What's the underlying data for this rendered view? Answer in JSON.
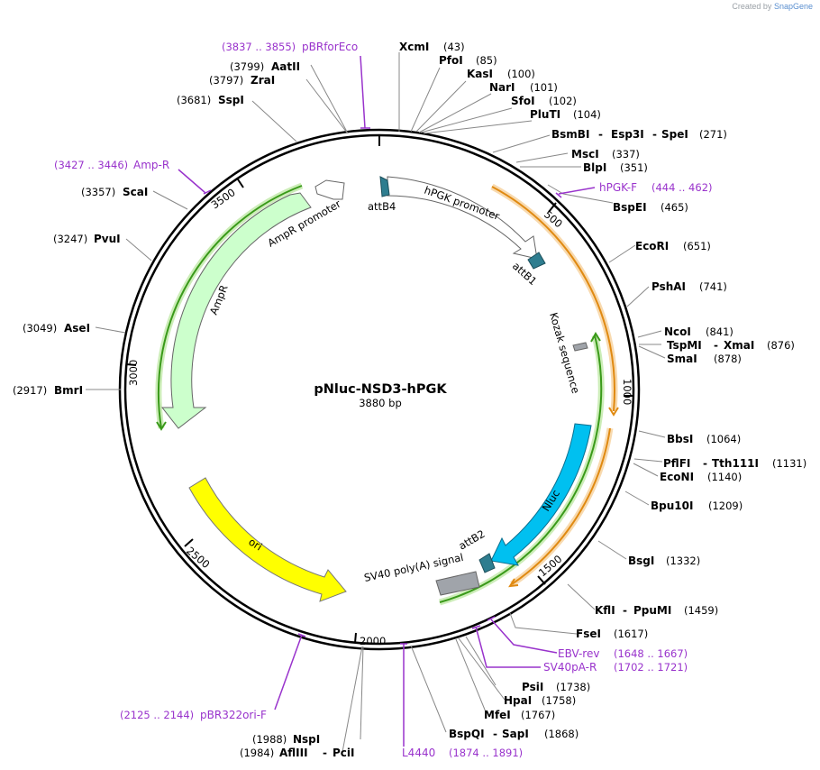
{
  "credit": {
    "text": "Created by",
    "brand": "SnapGene"
  },
  "plasmid": {
    "name": "pNluc-NSD3-hPGK",
    "size_label": "3880 bp",
    "length": 3880
  },
  "ticks": [
    "500",
    "1000",
    "1500",
    "2000",
    "2500",
    "3000",
    "3500"
  ],
  "enzymes": [
    {
      "id": "xcmi",
      "name": "XcmI",
      "pos": "(43)"
    },
    {
      "id": "pfoi",
      "name": "PfoI",
      "pos": "(85)"
    },
    {
      "id": "kasi",
      "name": "KasI",
      "pos": "(100)"
    },
    {
      "id": "nari",
      "name": "NarI",
      "pos": "(101)"
    },
    {
      "id": "sfoi",
      "name": "SfoI",
      "pos": "(102)"
    },
    {
      "id": "pluti",
      "name": "PluTI",
      "pos": "(104)"
    },
    {
      "id": "bsmbi",
      "name": "BsmBI",
      "pos": "(271)",
      "extra": [
        "Esp3I",
        "SpeI"
      ]
    },
    {
      "id": "msci",
      "name": "MscI",
      "pos": "(337)"
    },
    {
      "id": "blpi",
      "name": "BlpI",
      "pos": "(351)"
    },
    {
      "id": "bspei",
      "name": "BspEI",
      "pos": "(465)"
    },
    {
      "id": "ecori",
      "name": "EcoRI",
      "pos": "(651)"
    },
    {
      "id": "pshai",
      "name": "PshAI",
      "pos": "(741)"
    },
    {
      "id": "ncoi",
      "name": "NcoI",
      "pos": "(841)"
    },
    {
      "id": "tspmi",
      "name": "TspMI",
      "pos": "(876)",
      "extra": [
        "XmaI"
      ]
    },
    {
      "id": "smai",
      "name": "SmaI",
      "pos": "(878)"
    },
    {
      "id": "bbsi",
      "name": "BbsI",
      "pos": "(1064)"
    },
    {
      "id": "pflfi",
      "name": "PflFI",
      "pos": "(1131)",
      "extra": [
        "Tth111I"
      ]
    },
    {
      "id": "econi",
      "name": "EcoNI",
      "pos": "(1140)"
    },
    {
      "id": "bpu10i",
      "name": "Bpu10I",
      "pos": "(1209)"
    },
    {
      "id": "bsgi",
      "name": "BsgI",
      "pos": "(1332)"
    },
    {
      "id": "kfli",
      "name": "KflI",
      "pos": "(1459)",
      "extra": [
        "PpuMI"
      ]
    },
    {
      "id": "fsei",
      "name": "FseI",
      "pos": "(1617)"
    },
    {
      "id": "psii",
      "name": "PsiI",
      "pos": "(1738)"
    },
    {
      "id": "hpai",
      "name": "HpaI",
      "pos": "(1758)"
    },
    {
      "id": "mfei",
      "name": "MfeI",
      "pos": "(1767)"
    },
    {
      "id": "bspqi",
      "name": "BspQI",
      "pos": "(1868)",
      "extra": [
        "SapI"
      ]
    },
    {
      "id": "nspi",
      "name": "NspI",
      "pos": "(1988)"
    },
    {
      "id": "afliii",
      "name": "AflIII",
      "pos": "(1984)",
      "extra": [
        "PciI"
      ]
    },
    {
      "id": "bmri",
      "name": "BmrI",
      "pos": "(2917)"
    },
    {
      "id": "asei",
      "name": "AseI",
      "pos": "(3049)"
    },
    {
      "id": "pvui",
      "name": "PvuI",
      "pos": "(3247)"
    },
    {
      "id": "scai",
      "name": "ScaI",
      "pos": "(3357)"
    },
    {
      "id": "sspi",
      "name": "SspI",
      "pos": "(3681)"
    },
    {
      "id": "zrai",
      "name": "ZraI",
      "pos": "(3797)"
    },
    {
      "id": "aatii",
      "name": "AatII",
      "pos": "(3799)"
    }
  ],
  "primers": [
    {
      "id": "pbrforeco",
      "name": "pBRforEco",
      "pos": "(3837 .. 3855)"
    },
    {
      "id": "ampr-primer",
      "name": "Amp-R",
      "pos": "(3427 .. 3446)"
    },
    {
      "id": "hpgk-f",
      "name": "hPGK-F",
      "pos": "(444 .. 462)"
    },
    {
      "id": "ebv-rev",
      "name": "EBV-rev",
      "pos": "(1648 .. 1667)"
    },
    {
      "id": "sv40pa-r",
      "name": "SV40pA-R",
      "pos": "(1702 .. 1721)"
    },
    {
      "id": "l4440",
      "name": "L4440",
      "pos": "(1874 .. 1891)"
    },
    {
      "id": "pbr322ori-f",
      "name": "pBR322ori-F",
      "pos": "(2125 .. 2144)"
    }
  ],
  "features": [
    {
      "id": "hpgk-promoter",
      "label": "hPGK promoter",
      "color": "#ffffff"
    },
    {
      "id": "attb4",
      "label": "attB4",
      "color": "#2e7d8f"
    },
    {
      "id": "attb1",
      "label": "attB1",
      "color": "#2e7d8f"
    },
    {
      "id": "kozak",
      "label": "Kozak sequence",
      "color": "#a0a4aa"
    },
    {
      "id": "nluc",
      "label": "Nluc",
      "color": "#00c0f0"
    },
    {
      "id": "attb2",
      "label": "attB2",
      "color": "#2e7d8f"
    },
    {
      "id": "sv40",
      "label": "SV40 poly(A) signal",
      "color": "#a0a4aa"
    },
    {
      "id": "ori",
      "label": "ori",
      "color": "#ffff00"
    },
    {
      "id": "ampr",
      "label": "AmpR",
      "color": "#ccffcc"
    },
    {
      "id": "ampr-promoter",
      "label": "AmpR promoter",
      "color": "#ffffff"
    }
  ],
  "colors": {
    "backbone": "#000000",
    "enzyme_line": "#888888",
    "primer": "#9933cc",
    "orange_arc": "#e69c24",
    "green_arc": "#3a9a1a"
  }
}
